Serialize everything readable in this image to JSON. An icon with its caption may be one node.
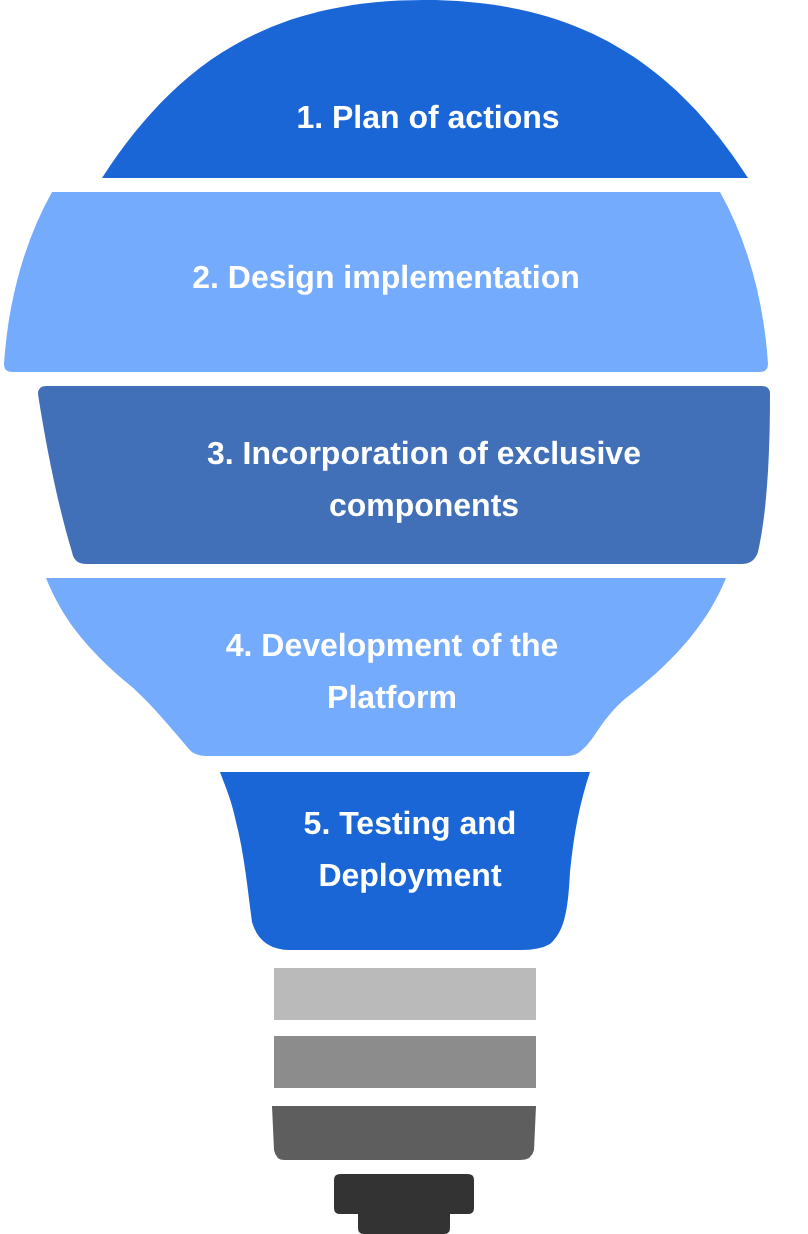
{
  "diagram": {
    "nodes": [
      {
        "text": [
          "1. Plan of actions"
        ]
      },
      {
        "text": [
          "2. Design implementation"
        ]
      },
      {
        "text": [
          "3. Incorporation of exclusive components"
        ]
      },
      {
        "text": [
          "4. Development of the Platform"
        ]
      },
      {
        "text": [
          "5. Testing and Deployment"
        ]
      },
      {
        "text": [],
        "shape": "bar"
      },
      {
        "text": [],
        "shape": "bar"
      },
      {
        "text": [],
        "shape": "bar"
      },
      {
        "text": [],
        "shape": "bar"
      }
    ]
  }
}
